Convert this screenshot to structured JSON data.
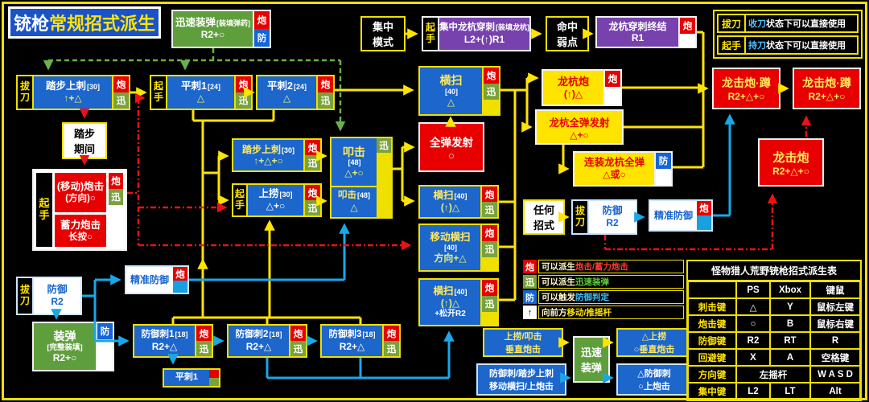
{
  "colors": {
    "box_blue": "#1c66cc",
    "box_red": "#e80000",
    "box_yellow": "#ffe400",
    "box_green": "#5f9e3c",
    "box_purple": "#7742ad",
    "tag_cannon": "#e60000",
    "tag_quick": "#7aa23c",
    "tag_guard": "#1565d8",
    "line_yellow": "#ffe400",
    "line_cyan": "#18a8e8",
    "line_red": "#ee1111",
    "line_green": "#6ab04c"
  },
  "tags": {
    "cannon": "炮",
    "quick": "迅",
    "guard": "防",
    "fwd": "↑"
  },
  "prefix": {
    "draw": "拔刀",
    "ready": "起手"
  },
  "title": {
    "part1": "铳枪",
    "part2": "常规招式派生"
  },
  "top": {
    "quick_reload": {
      "name": "迅速装弹",
      "sub": "[装填弹药]",
      "input": "R2+○"
    },
    "focus_mode": {
      "line1": "集中",
      "line2": "模式"
    },
    "focus_pile": {
      "name": "集中龙杭穿刺",
      "sub": "[装填龙杭]",
      "input": "L2+(↑)R1"
    },
    "hit_weak": {
      "line1": "命中",
      "line2": "弱点"
    },
    "pile_finish": {
      "name": "龙杭穿刺终结",
      "input": "R1"
    },
    "legend": {
      "row1_key": "拔刀",
      "row1_hl": "收刀",
      "row1_rest": "状态下可以直接使用",
      "row2_key": "起手",
      "row2_hl": "持刀",
      "row2_rest": "状态下可以直接使用"
    }
  },
  "nodes": {
    "step_thrust": {
      "name": "踏步上刺",
      "num": "[30]",
      "input": "↑+△"
    },
    "flat1": {
      "name": "平刺1",
      "num": "[24]",
      "input": "△"
    },
    "flat2": {
      "name": "平刺2",
      "num": "[24]",
      "input": "△"
    },
    "sweep": {
      "name": "横扫",
      "num": "[40]",
      "input": "△"
    },
    "pile_cannon": {
      "name": "龙杭炮",
      "input": "(↑)△"
    },
    "pile_burst": {
      "name": "龙杭全弹发射",
      "input": "△+○"
    },
    "chain_pile": {
      "name": "连装龙杭全弹",
      "input": "△或○"
    },
    "crouch1": {
      "name": "龙击炮·蹲",
      "input": "R2+△+○"
    },
    "crouch2": {
      "name": "龙击炮·蹲",
      "input": "R2+△+○"
    },
    "dragon": {
      "name": "龙击炮",
      "input": "R2+△+○"
    },
    "step_period": {
      "line1": "踏步",
      "line2": "期间"
    },
    "move_shell": {
      "a_name": "(移动)炮击",
      "a_input": "(方向)○",
      "b_name": "蓄力炮击",
      "b_input": "长按○"
    },
    "step_thrust2": {
      "name": "踏步上刺",
      "num": "[30]",
      "input": "↑+△+○"
    },
    "upswing": {
      "name": "上捞",
      "num": "[30]",
      "input": "△+○"
    },
    "slam": {
      "name": "叩击",
      "num": "[48]",
      "input": "△+○",
      "b_name": "叩击",
      "b_num": "[48]",
      "b_input": "△"
    },
    "full_burst": {
      "name": "全弹发射",
      "input": "○"
    },
    "sweep_up": {
      "name": "横扫",
      "num": "[40]",
      "input": "(↑)△"
    },
    "move_sweep": {
      "name": "移动横扫",
      "num": "[40]",
      "input": "方向+△"
    },
    "sweep_release": {
      "name": "横扫",
      "num": "[40]",
      "input": "(↑)△",
      "note": "+松开R2"
    },
    "any_move": {
      "line1": "任何",
      "line2": "招式"
    },
    "guard_mid": {
      "name": "防御",
      "input": "R2"
    },
    "perfect_guard_r": {
      "name": "精准防御"
    },
    "guard_left": {
      "name": "防御",
      "input": "R2"
    },
    "reload": {
      "name": "装弹",
      "sub": "[完整装填]",
      "input": "R2+○"
    },
    "perfect_guard_l": {
      "name": "精准防御"
    },
    "gt1": {
      "name": "防御刺1",
      "num": "[18]",
      "input": "R2+△"
    },
    "gt2": {
      "name": "防御刺2",
      "num": "[18]",
      "input": "R2+△"
    },
    "gt3": {
      "name": "防御刺3",
      "num": "[18]",
      "input": "R2+△"
    },
    "flat1_small": {
      "name": "平刺1"
    }
  },
  "notes": {
    "legend": [
      {
        "tag": "炮",
        "pre": "可以派生",
        "hl": "炮击/蓄力炮击"
      },
      {
        "tag": "迅",
        "pre": "可以派生",
        "hl": "迅速装弹"
      },
      {
        "tag": "防",
        "pre": "可以触发",
        "hl": "防御判定"
      },
      {
        "tag": "↑",
        "pre": "向前方",
        "hl": "移动/推摇杆"
      }
    ],
    "note1": {
      "line1": "上捞/叩击",
      "line2": "垂直炮击"
    },
    "note2": {
      "line1": "防御刺/踏步上刺",
      "line2": "移动横扫/上炮击"
    },
    "quick_reload2": {
      "line1": "迅速",
      "line2": "装弹"
    },
    "result1": {
      "line1": "△上捞",
      "line2": "○垂直炮击"
    },
    "result2": {
      "line1": "△防御刺",
      "line2": "○上炮击"
    }
  },
  "table": {
    "title": "怪物猎人荒野铳枪招式派生表",
    "headers": [
      "",
      "PS",
      "Xbox",
      "键鼠"
    ],
    "rows": [
      [
        "刺击键",
        "△",
        "Y",
        "鼠标左键"
      ],
      [
        "炮击键",
        "○",
        "B",
        "鼠标右键"
      ],
      [
        "防御键",
        "R2",
        "RT",
        "R"
      ],
      [
        "回避键",
        "X",
        "A",
        "空格键"
      ],
      [
        "方向键",
        "左摇杆",
        "",
        "W A S D"
      ],
      [
        "集中键",
        "L2",
        "LT",
        "Alt"
      ]
    ]
  }
}
